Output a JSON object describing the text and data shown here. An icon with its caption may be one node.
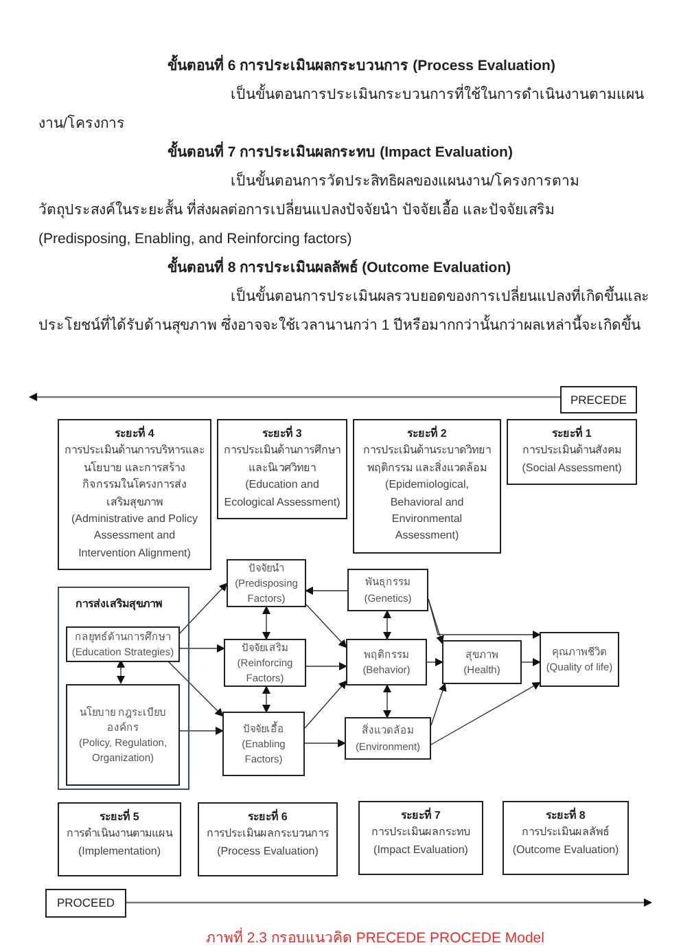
{
  "diagram": {
    "caption": "ภาพที่ 2.3 กรอบแนวคิด PRECEDE PROCEDE Model",
    "nodes": [
      {
        "text": [
          "ระยะที่ 4",
          "การประเมินด้านการบริหารและนโยบาย และการสร้างกิจกรรมในโครงการส่งเสริมสุขภาพ",
          "(Administrative and Policy Assessment and Intervention Alignment)"
        ]
      },
      {
        "text": [
          "ระยะที่ 3",
          "การประเมินด้านการศึกษา และนิเวศวิทยา",
          "(Education and Ecological Assessment)"
        ]
      },
      {
        "text": [
          "ระยะที่ 2",
          "การประเมินด้านระบาดวิทยาพฤติกรรม และสิ่งแวดล้อม",
          "(Epidemiological, Behavioral and Environmental Assessment)"
        ]
      },
      {
        "text": [
          "ระยะที่ 1",
          "การประเมินด้านสังคม",
          "(Social Assessment)"
        ]
      },
      {
        "text": [
          "PRECEDE"
        ]
      },
      {
        "text": [
          "การส่งเสริมสุขภาพ"
        ]
      },
      {
        "text": [
          "กลยุทธ์ด้านการศึกษา",
          "(Education Strategies)"
        ],
        "in": 5
      },
      {
        "text": [
          "นโยบาย กฎระเบียบ องค์กร",
          "(Policy, Regulation, Organization)"
        ],
        "in": 5
      },
      {
        "text": [
          "ปัจจัยนำ",
          "(Predisposing Factors)"
        ]
      },
      {
        "text": [
          "ปัจจัยเสริม",
          "(Reinforcing Factors)"
        ]
      },
      {
        "text": [
          "ปัจจัยเอื้อ",
          "(Enabling Factors)"
        ]
      },
      {
        "text": [
          "พันธุกรรม",
          "(Genetics)"
        ]
      },
      {
        "text": [
          "พฤติกรรม",
          "(Behavior)"
        ]
      },
      {
        "text": [
          "สิ่งแวดล้อม",
          "(Environment)"
        ]
      },
      {
        "text": [
          "สุขภาพ",
          "(Health)"
        ]
      },
      {
        "text": [
          "คุณภาพชีวิต",
          "(Quality of life)"
        ]
      },
      {
        "text": [
          "ระยะที่ 5",
          "การดำเนินงานตามแผน",
          "(Implementation)"
        ]
      },
      {
        "text": [
          "ระยะที่ 6",
          "การประเมินผลกระบวนการ",
          "(Process Evaluation)"
        ]
      },
      {
        "text": [
          "ระยะที่ 7",
          "การประเมินผลกระทบ",
          "(Impact Evaluation)"
        ]
      },
      {
        "text": [
          "ระยะที่ 8",
          "การประเมินผลลัพธ์",
          "(Outcome Evaluation)"
        ]
      },
      {
        "text": [
          "PROCEED"
        ]
      }
    ],
    "edges": [
      {
        "from": 4,
        "to": null,
        "arrow": "to"
      },
      {
        "from": 20,
        "to": null,
        "arrow": "to"
      },
      {
        "from": 6,
        "to": 7,
        "arrow": "both"
      },
      {
        "from": 6,
        "to": 8,
        "arrow": "to"
      },
      {
        "from": 6,
        "to": 9,
        "arrow": "to"
      },
      {
        "from": 6,
        "to": 10,
        "arrow": "to"
      },
      {
        "from": 7,
        "to": 10,
        "arrow": "to"
      },
      {
        "from": 8,
        "to": 9,
        "arrow": "both"
      },
      {
        "from": 9,
        "to": 10,
        "arrow": "both"
      },
      {
        "from": 11,
        "to": 8,
        "arrow": "to"
      },
      {
        "from": 8,
        "to": 12,
        "arrow": "to"
      },
      {
        "from": 9,
        "to": 12,
        "arrow": "to"
      },
      {
        "from": 10,
        "to": 12,
        "arrow": "to"
      },
      {
        "from": 11,
        "to": 12,
        "arrow": "both"
      },
      {
        "from": 12,
        "to": 13,
        "arrow": "both"
      },
      {
        "from": 10,
        "to": 13,
        "arrow": "to"
      },
      {
        "from": 11,
        "to": 14,
        "arrow": "to"
      },
      {
        "from": 12,
        "to": 14,
        "arrow": "to"
      },
      {
        "from": 13,
        "to": 14,
        "arrow": "to"
      },
      {
        "from": 14,
        "to": 15,
        "arrow": "to"
      },
      {
        "from": 11,
        "to": 15,
        "arrow": "to"
      },
      {
        "from": 13,
        "to": 15,
        "arrow": "to"
      }
    ],
    "labels": [
      "ขั้นตอนที่ 6 การประเมินผลกระบวนการ (Process Evaluation)",
      "เป็นขั้นตอนการประเมินกระบวนการที่ใช้ในการดำเนินงานตามแผนงาน/โครงการ",
      "ขั้นตอนที่ 7 การประเมินผลกระทบ (Impact Evaluation)",
      "เป็นขั้นตอนการวัดประสิทธิผลของแผนงาน/โครงการตามวัตถุประสงค์ในระยะสั้น ที่ส่งผลต่อการเปลี่ยนแปลงปัจจัยนำ ปัจจัยเอื้อ และปัจจัยเสริม (Predisposing, Enabling, and Reinforcing factors)",
      "ขั้นตอนที่ 8 การประเมินผลลัพธ์ (Outcome Evaluation)",
      "เป็นขั้นตอนการประเมินผลรวบยอดของการเปลี่ยนแปลงที่เกิดขึ้นและประโยชน์ที่ได้รับด้านสุขภาพ ซึ่งอาจจะใช้เวลานานกว่า 1 ปีหรือมากกว่านั้นกว่าผลเหล่านี้จะเกิดขึ้น"
    ]
  }
}
